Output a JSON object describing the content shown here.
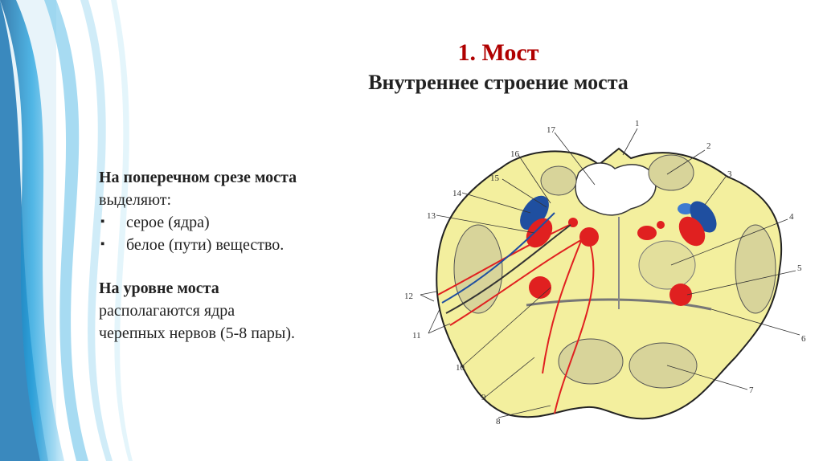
{
  "slide": {
    "title": "1. Мост",
    "subtitle": "Внутреннее строение моста"
  },
  "text": {
    "p1_bold": "На поперечном срезе моста",
    "p1_rest": "выделяют:",
    "bullets": [
      "серое (ядра)",
      "белое (пути) вещество."
    ],
    "p2_bold": "На уровне моста",
    "p2_line1": "располагаются ядра",
    "p2_line2": "черепных нервов (5-8 пары)."
  },
  "figure": {
    "labels": [
      "1",
      "2",
      "3",
      "4",
      "5",
      "6",
      "7",
      "8",
      "9",
      "10",
      "11",
      "12",
      "13",
      "14",
      "15",
      "16",
      "17"
    ]
  },
  "colors": {
    "title_accent": "#b00000",
    "tissue_fill": "#f3ef9e",
    "nucleus_red": "#e02020",
    "nucleus_blue": "#1f4fa0",
    "decor_blue": "#1c8fd0"
  }
}
